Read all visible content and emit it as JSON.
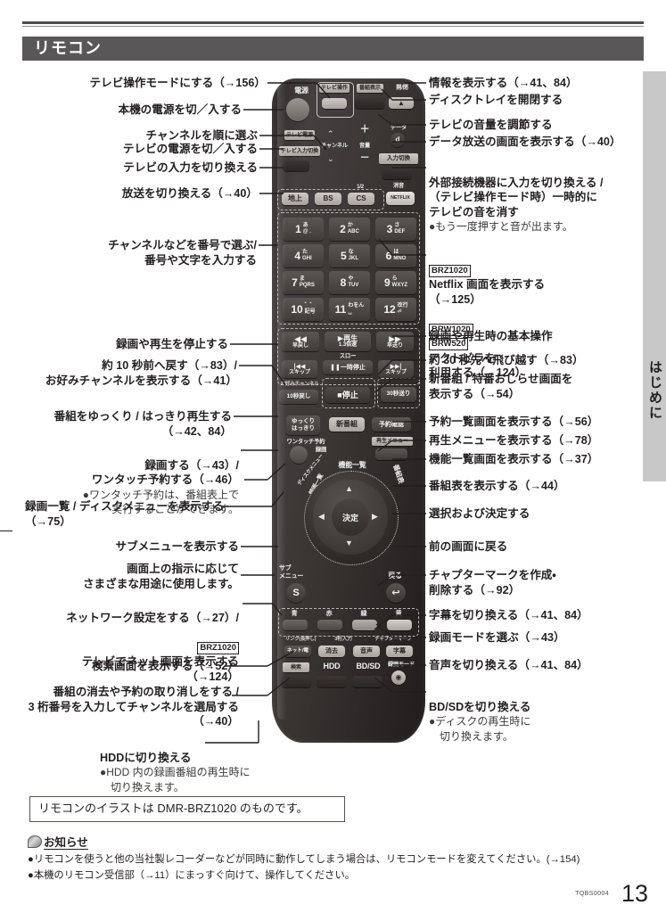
{
  "document": {
    "section_title": "リモコン",
    "side_tab_label": "はじめに",
    "page_number": "13",
    "doc_code": "TQBS0004"
  },
  "left_annotations": [
    {
      "id": "tv-operation-mode",
      "text": "テレビ操作モードにする（→156）"
    },
    {
      "id": "unit-power",
      "text": "本機の電源を切／入する"
    },
    {
      "id": "channel-select",
      "text": "チャンネルを順に選ぶ"
    },
    {
      "id": "tv-power",
      "text": "テレビの電源を切／入する"
    },
    {
      "id": "tv-input",
      "text": "テレビの入力を切り換える"
    },
    {
      "id": "broadcast-switch",
      "text": "放送を切り換える（→40）"
    },
    {
      "id": "number-keys",
      "text": "チャンネルなどを番号で選ぶ/\n番号や文字を入力する"
    },
    {
      "id": "stop",
      "text": "録画や再生を停止する"
    },
    {
      "id": "back-10sec",
      "text": "約 10 秒前へ戻す（→83）/\nお好みチャンネルを表示する（→41）"
    },
    {
      "id": "slow-clear",
      "text": "番組をゆっくり / はっきり再生する\n（→42、84）"
    },
    {
      "id": "record",
      "text": "録画する（→43）/\nワンタッチ予約する（→46）",
      "sub": "●ワンタッチ予約は、番組表上で\n　実行することができます。"
    },
    {
      "id": "recorded-list",
      "text": "録画一覧 / ディスクメニューを表示する\n（→75）"
    },
    {
      "id": "sub-menu",
      "text": "サブメニューを表示する"
    },
    {
      "id": "color-buttons",
      "text": "画面上の指示に応じて\nさまざまな用途に使用します。"
    },
    {
      "id": "network-setting",
      "text": "ネットワーク設定をする（→27）/",
      "model": "BRZ1020",
      "text2": "テレビでネット画面を表示する\n（→124）"
    },
    {
      "id": "search-screen",
      "text": "検索画面を表示する（→52）"
    },
    {
      "id": "delete-program",
      "text": "番組の消去や予約の取り消しをする /\n3 桁番号を入力してチャンネルを選局する\n（→40）"
    },
    {
      "id": "hdd-switch",
      "text": "HDDに切り換える",
      "sub": "●HDD 内の録画番組の再生時に\n　切り換えます。"
    }
  ],
  "right_annotations": [
    {
      "id": "show-info",
      "text": "情報を表示する（→41、84）"
    },
    {
      "id": "disc-tray",
      "text": "ディスクトレイを開閉する"
    },
    {
      "id": "tv-volume",
      "text": "テレビの音量を調節する"
    },
    {
      "id": "data-broadcast",
      "text": "データ放送の画面を表示する（→40）"
    },
    {
      "id": "external-input",
      "text": "外部接続機器に入力を切り換える /\n（テレビ操作モード時）一時的に\nテレビの音を消す",
      "sub": "●もう一度押すと音が出ます。"
    },
    {
      "id": "netflix",
      "model": "BRZ1020",
      "text": "Netflix 画面を表示する\n（→125）",
      "model2": "BRW1020",
      "model3": "BRW520",
      "text2": "アクトビラを\n利用する（→124）"
    },
    {
      "id": "basic-playback",
      "text": "録画や再生時の基本操作"
    },
    {
      "id": "skip-30sec",
      "text": "約 30 秒先へ飛び越す（→83）"
    },
    {
      "id": "new-program",
      "text": "新番組 / 特番おしらせ画面を\n表示する（→54）"
    },
    {
      "id": "reservation-list",
      "text": "予約一覧画面を表示する（→56）"
    },
    {
      "id": "play-menu",
      "text": "再生メニューを表示する（→78）"
    },
    {
      "id": "function-list",
      "text": "機能一覧画面を表示する（→37）"
    },
    {
      "id": "program-guide",
      "text": "番組表を表示する（→44）"
    },
    {
      "id": "select-decide",
      "text": "選択および決定する"
    },
    {
      "id": "return",
      "text": "前の画面に戻る"
    },
    {
      "id": "chapter-mark",
      "text": "チャプターマークを作成・\n削除する（→92）"
    },
    {
      "id": "subtitle",
      "text": "字幕を切り換える（→41、84）"
    },
    {
      "id": "record-mode",
      "text": "録画モードを選ぶ（→43）"
    },
    {
      "id": "audio-switch",
      "text": "音声を切り換える（→41、84）"
    },
    {
      "id": "bd-sd",
      "text": "BD/SDを切り換える",
      "sub": "●ディスクの再生時に\n　切り換えます。"
    }
  ],
  "remote": {
    "power_label": "電源",
    "tv_op_label": "テレビ操作",
    "info_label": "番組表示",
    "tray_label": "開/閉",
    "tv_power_label": "テレビ電源",
    "tv_input_label": "テレビ入力切換",
    "channel_label": "チャンネル",
    "volume_label": "音量",
    "data_label": "データ",
    "input_switch_label": "入力切換",
    "mute_label": "消音",
    "band_buttons": [
      "地上",
      "BS",
      "CS"
    ],
    "band_suffix": "1/2",
    "netflix_label": "NETFLIX",
    "numeric_keys": [
      {
        "num": "1",
        "kana": "あ",
        "alpha": "@ ."
      },
      {
        "num": "2",
        "kana": "か",
        "alpha": "ABC"
      },
      {
        "num": "3",
        "kana": "さ",
        "alpha": "DEF"
      },
      {
        "num": "4",
        "kana": "た",
        "alpha": "GHI"
      },
      {
        "num": "5",
        "kana": "な",
        "alpha": "JKL"
      },
      {
        "num": "6",
        "kana": "は",
        "alpha": "MNO"
      },
      {
        "num": "7",
        "kana": "ま",
        "alpha": "PQRS"
      },
      {
        "num": "8",
        "kana": "や",
        "alpha": "TUV"
      },
      {
        "num": "9",
        "kana": "ら",
        "alpha": "WXYZ"
      },
      {
        "num": "10",
        "kana": "゛゜",
        "alpha": "記号"
      },
      {
        "num": "11",
        "kana": "わをん",
        "alpha": "␣"
      },
      {
        "num": "12",
        "kana": "改行",
        "alpha": "⏎"
      }
    ],
    "rew_label": "早戻し",
    "play_label": "▶再生",
    "play_sub": "1.3倍速",
    "ff_label": "早送り",
    "slow_label": "スロー",
    "skip_back_label": "スキップ",
    "pause_label": "一時停止",
    "skip_fwd_label": "スキップ",
    "fav_ch_label": "お好みチャンネル",
    "back10_label": "10秒戻し",
    "stop_label": "■停止",
    "fwd30_label": "30秒送り",
    "slow_clear_label": "ゆっくり\nはっきり",
    "new_program_label": "新番組",
    "reservation_label": "予約確認",
    "one_touch_label": "ワンタッチ予約",
    "rec_label": "録画",
    "play_menu_label": "再生メニュー",
    "function_list_label": "機能一覧",
    "disc_menu_label": "ディスクメニュー",
    "rec_list_label": "録画一覧",
    "program_guide_label": "番組表",
    "ok_label": "決定",
    "submenu_label": "サブ\nメニュー",
    "submenu_key": "S",
    "return_label": "戻る",
    "color_buttons": [
      "青",
      "赤",
      "緑",
      "黄"
    ],
    "link_label": "リンク(長押し)",
    "three_digit_label": "3桁入力",
    "chapter_label": "チャプターマーク",
    "net_power_label": "ネット/電",
    "erase_label": "消去",
    "audio_label": "音声",
    "subtitle_label": "字幕",
    "search_label": "検索",
    "hdd_label": "HDD",
    "bdsd_label": "BD/SD",
    "recmode_label": "録画モード"
  },
  "note_box": "リモコンのイラストは DMR-BRZ1020 のものです。",
  "notice": {
    "heading": "お知らせ",
    "items": [
      "●リモコンを使うと他の当社製レコーダーなどが同時に動作してしまう場合は、リモコンモードを変えてください。(→154)",
      "●本機のリモコン受信部（→11）にまっすぐ向けて、操作してください。"
    ]
  }
}
